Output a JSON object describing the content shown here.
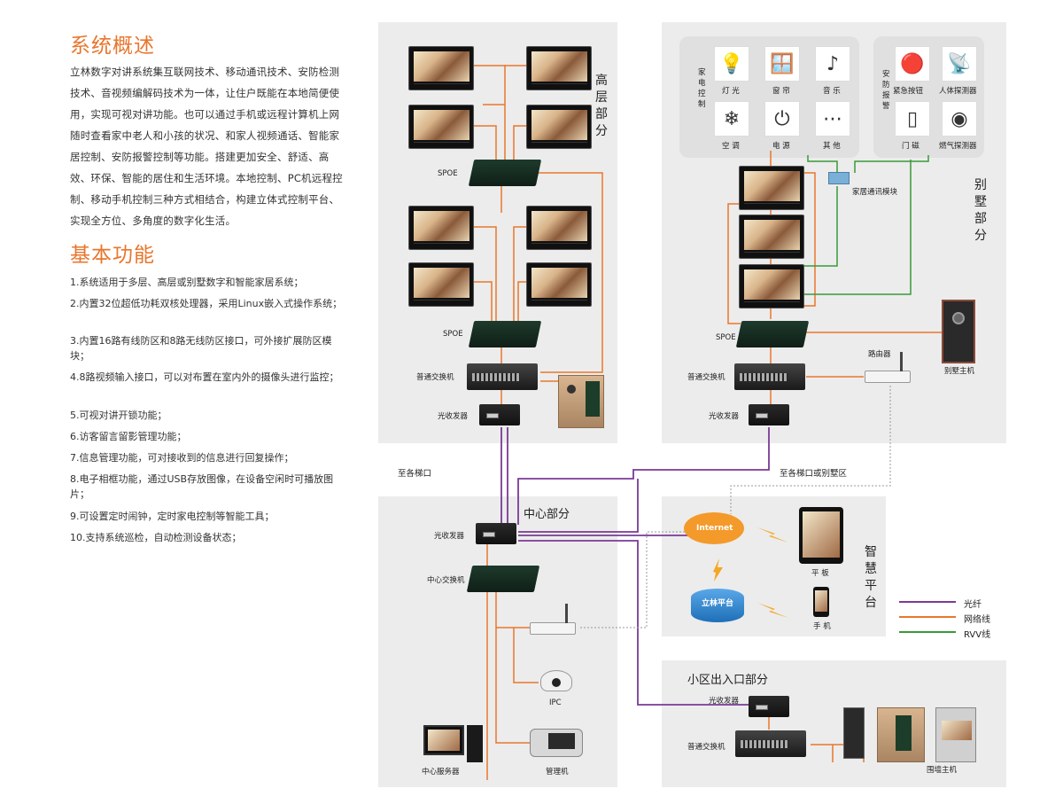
{
  "overview": {
    "title": "系统概述",
    "text": "立林数字对讲系统集互联网技术、移动通讯技术、安防检测技术、音视频编解码技术为一体，让住户既能在本地简便使用，实现可视对讲功能。也可以通过手机或远程计算机上网随时查看家中老人和小孩的状况、和家人视频通话、智能家居控制、安防报警控制等功能。搭建更加安全、舒适、高效、环保、智能的居住和生活环境。本地控制、PC机远程控制、移动手机控制三种方式相结合，构建立体式控制平台、实现全方位、多角度的数字化生活。"
  },
  "functions": {
    "title": "基本功能",
    "items": [
      "1.系统适用于多层、高层或别墅数字和智能家居系统；",
      "2.内置32位超低功耗双核处理器，采用Linux嵌入式操作系统；",
      "3.内置16路有线防区和8路无线防区接口，可外接扩展防区模块；",
      "4.8路视频输入接口，可以对布置在室内外的摄像头进行监控；",
      "5.可视对讲开锁功能；",
      "6.访客留言留影管理功能；",
      "7.信息管理功能，可对接收到的信息进行回复操作；",
      "8.电子相框功能，通过USB存放图像，在设备空闲时可播放图片；",
      "9.可设置定时闹钟，定时家电控制等智能工具；",
      "10.支持系统巡检，自动检测设备状态；"
    ]
  },
  "diagram": {
    "high_rise": "高层部分",
    "villa": "别墅部分",
    "center": "中心部分",
    "smart": "智慧平台",
    "entrance": "小区出入口部分",
    "spoe": "SPOE",
    "switch": "普通交换机",
    "optical": "光收发器",
    "center_switch": "中心交换机",
    "router": "路由器",
    "villa_host": "别墅主机",
    "home_module": "家居通讯模块",
    "to_stairs": "至各梯口",
    "to_stairs_villa": "至各梯口或别墅区",
    "internet": "Internet",
    "platform": "立林平台",
    "tablet": "平 板",
    "phone": "手 机",
    "ipc": "IPC",
    "center_server": "中心服务器",
    "manager": "管理机",
    "wall_host": "围墙主机",
    "appliance_label": "家电控制",
    "security_label": "安防报警",
    "appliances": [
      "灯 光",
      "窗 帘",
      "音 乐",
      "空 调",
      "电 源",
      "其 他"
    ],
    "security": [
      "紧急按钮",
      "人体探测器",
      "门 磁",
      "燃气探测器"
    ]
  },
  "legend": [
    {
      "label": "光纤",
      "color": "#7a3a96"
    },
    {
      "label": "网络线",
      "color": "#e9762d"
    },
    {
      "label": "RVV线",
      "color": "#3a9a3a"
    }
  ]
}
